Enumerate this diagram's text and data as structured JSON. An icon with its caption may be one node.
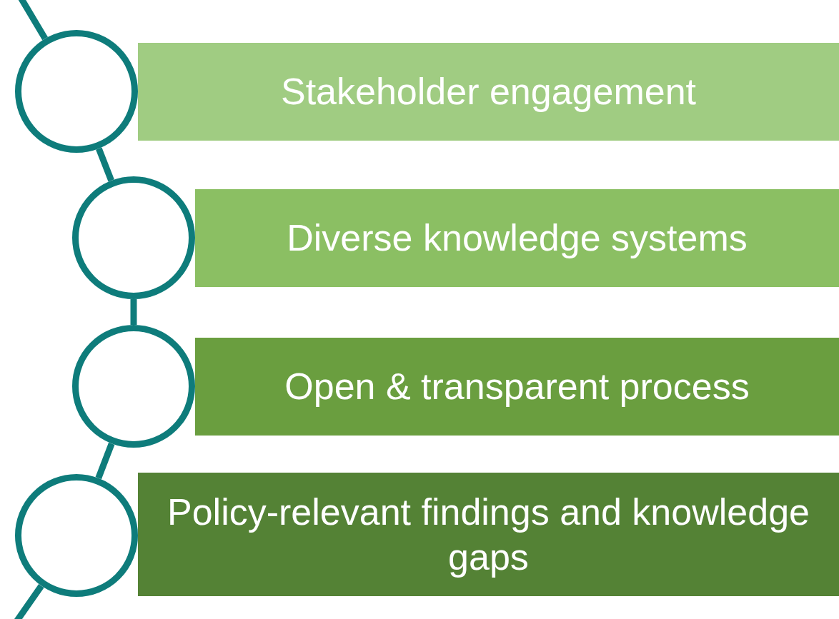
{
  "diagram": {
    "nodes": [
      {
        "text": [
          "Stakeholder engagement"
        ]
      },
      {
        "text": [
          "Diverse knowledge systems"
        ]
      },
      {
        "text": [
          "Open & transparent process"
        ]
      },
      {
        "text": [
          "Policy-relevant findings and knowledge gaps"
        ]
      },
      {
        "text": [],
        "shape": "circle"
      },
      {
        "text": [],
        "shape": "circle"
      },
      {
        "text": [],
        "shape": "circle"
      },
      {
        "text": [],
        "shape": "circle"
      }
    ],
    "edges": [
      {
        "from": null,
        "to": 4,
        "arrow": "none"
      },
      {
        "from": 4,
        "to": 5,
        "arrow": "none"
      },
      {
        "from": 5,
        "to": 6,
        "arrow": "none"
      },
      {
        "from": 6,
        "to": 7,
        "arrow": "none"
      },
      {
        "from": 7,
        "to": null,
        "arrow": "none"
      }
    ]
  }
}
